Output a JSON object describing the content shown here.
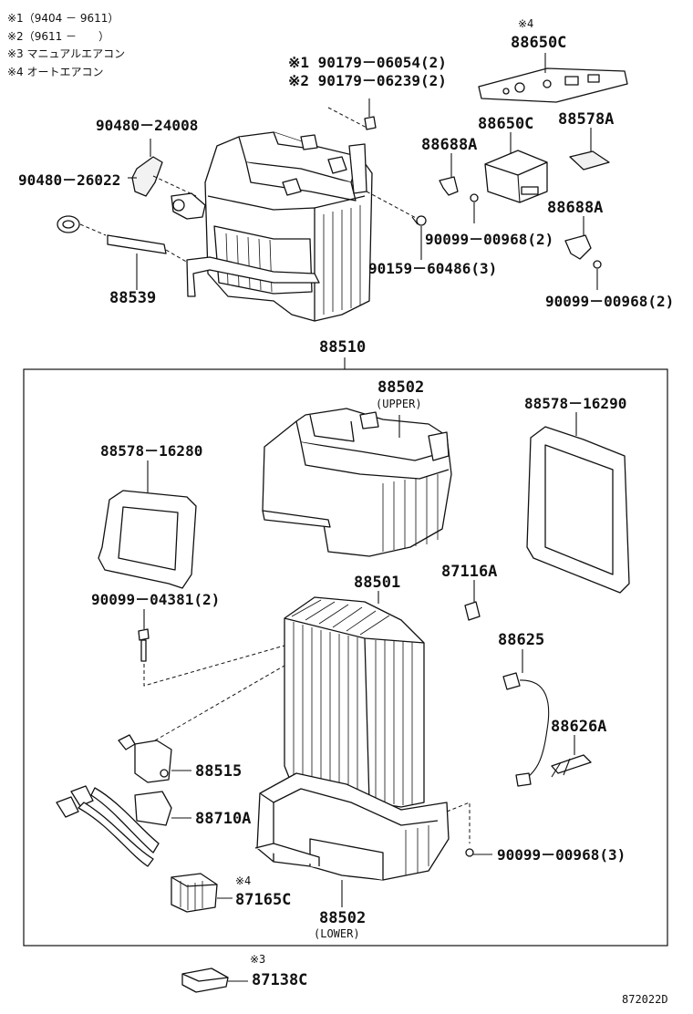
{
  "notes": [
    "※1（9404 － 9611）",
    "※2（9611 －　　）",
    "※3 マニュアルエアコン",
    "※4 オートエアコン"
  ],
  "diagram_code": "872022D",
  "group_label": "88510",
  "top_parts": {
    "p88650c_note": "※4",
    "p88650c_top": "88650C",
    "p90179_06054": "※1 90179－06054(2)",
    "p90179_06239": "※2 90179－06239(2)",
    "p90480_24008": "90480－24008",
    "p90480_26022": "90480－26022",
    "p88539": "88539",
    "p88688a_1": "88688A",
    "p88650c": "88650C",
    "p88578a": "88578A",
    "p88688a_2": "88688A",
    "p90099_00968_a": "90099－00968(2)",
    "p90159_60486": "90159－60486(3)",
    "p90099_00968_b": "90099－00968(2)"
  },
  "box_parts": {
    "p88502_upper": "88502",
    "upper_sub": "(UPPER)",
    "p88578_16280": "88578－16280",
    "p88578_16290": "88578－16290",
    "p88501": "88501",
    "p87116a": "87116A",
    "p90099_04381": "90099－04381(2)",
    "p88625": "88625",
    "p88626a": "88626A",
    "p88515": "88515",
    "p88710a": "88710A",
    "p90099_00968_c": "90099－00968(3)",
    "p87165c_note": "※4",
    "p87165c": "87165C",
    "p88502_lower": "88502",
    "lower_sub": "(LOWER)"
  },
  "bottom_parts": {
    "p87138c_note": "※3",
    "p87138c": "87138C"
  }
}
